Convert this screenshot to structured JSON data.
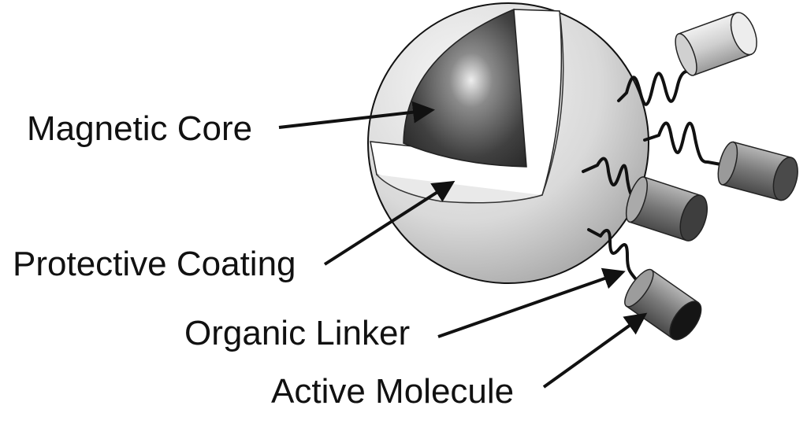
{
  "labels": {
    "magnetic_core": "Magnetic Core",
    "protective_coating": "Protective Coating",
    "organic_linker": "Organic Linker",
    "active_molecule": "Active Molecule"
  },
  "colors": {
    "ink": "#111111",
    "coating_light": "#f2f2f2",
    "coating_dark": "#a8a8a8",
    "core_highlight": "#e6e6e6",
    "core_dark": "#2e2e2e"
  }
}
